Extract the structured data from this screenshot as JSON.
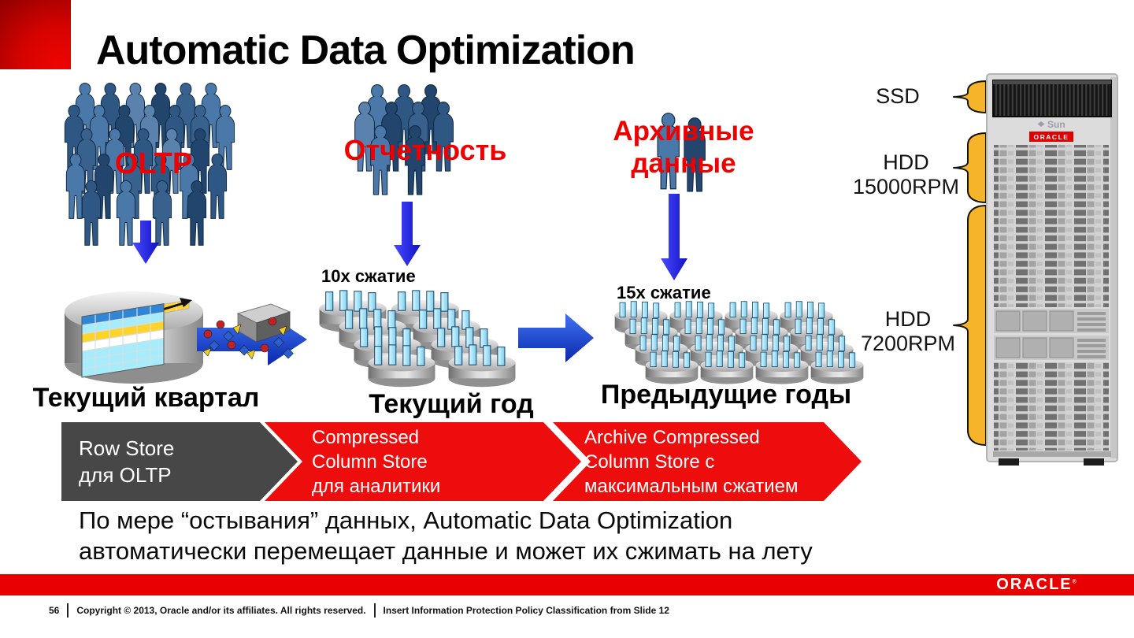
{
  "slide": {
    "title": "Automatic Data Optimization",
    "sources": {
      "oltp": "OLTP",
      "reporting": "Отчетность",
      "archive_line1": "Архивные",
      "archive_line2": "данные"
    },
    "compression": {
      "mid": "10x сжатие",
      "right": "15x сжатие"
    },
    "tiers": {
      "current_quarter": "Текущий квартал",
      "current_year": "Текущий год",
      "previous_years": "Предыдущие годы"
    },
    "chevrons": {
      "row_store": {
        "line1": "Row Store",
        "line2": "для OLTP"
      },
      "compressed": {
        "line1": "Compressed",
        "line2": "Column Store",
        "line3": "для аналитики"
      },
      "archive": {
        "line1": "Archive Compressed",
        "line2": "Column Store с",
        "line3": "максимальным сжатием"
      }
    },
    "storage": {
      "ssd": "SSD",
      "hdd15k_line1": "HDD",
      "hdd15k_line2": "15000RPM",
      "hdd72_line1": "HDD",
      "hdd72_line2": "7200RPM"
    },
    "rack": {
      "sun_label": "Sun",
      "oracle_label": "ORACLE"
    },
    "summary": {
      "line1": "По мере “остывания” данных, Automatic Data Optimization",
      "line2": "автоматически перемещает данные и может их сжимать на лету"
    }
  },
  "footer": {
    "page_number": "56",
    "copyright": "Copyright © 2013, Oracle and/or its affiliates. All rights reserved.",
    "classification": "Insert Information Protection Policy Classification from Slide 12",
    "brand": "ORACLE",
    "brand_mark": "®"
  },
  "colors": {
    "accent_red": "#e80000",
    "label_red": "#ee0000",
    "chevron_red": "#ee0d0d",
    "chevron_gray": "#474747",
    "arrow_blue": "#1b3de0",
    "brace_yellow": "#f6b42a"
  }
}
